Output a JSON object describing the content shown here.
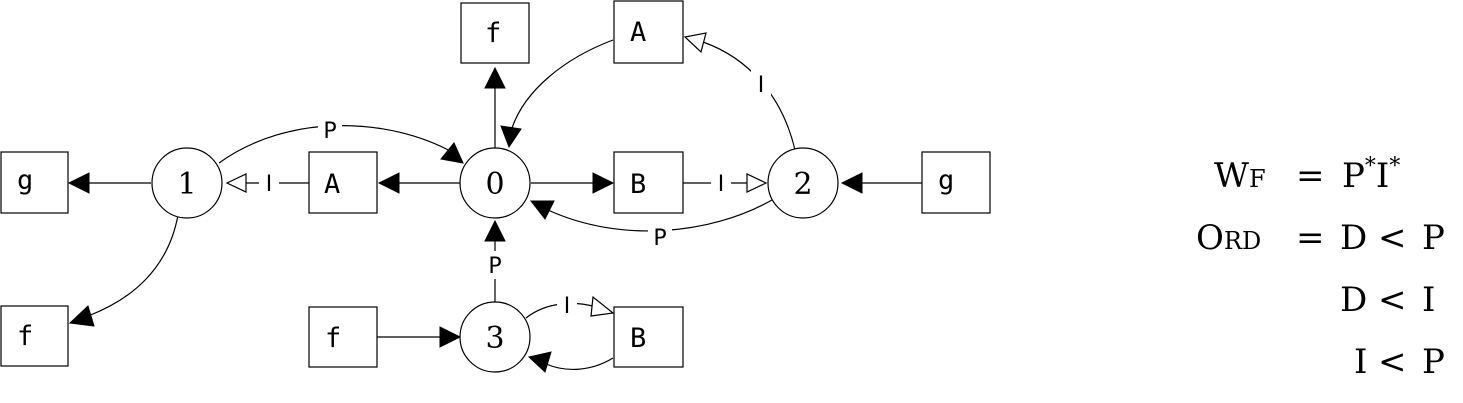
{
  "nodes": [
    {
      "id": "n0",
      "label": "0"
    },
    {
      "id": "n1",
      "label": "1"
    },
    {
      "id": "n2",
      "label": "2"
    },
    {
      "id": "n3",
      "label": "3"
    }
  ],
  "boxes": [
    {
      "id": "b_f_top",
      "label": "f"
    },
    {
      "id": "b_A_top",
      "label": "A"
    },
    {
      "id": "b_g_left",
      "label": "g"
    },
    {
      "id": "b_A_mid",
      "label": "A"
    },
    {
      "id": "b_B_mid",
      "label": "B"
    },
    {
      "id": "b_g_right",
      "label": "g"
    },
    {
      "id": "b_f_left",
      "label": "f"
    },
    {
      "id": "b_f_bottom",
      "label": "f"
    },
    {
      "id": "b_B_bottom",
      "label": "B"
    }
  ],
  "edge_labels": {
    "p_1_to_0": "P",
    "i_A_to_1": "I",
    "i_B_to_2": "I",
    "i_2_to_Atop": "I",
    "p_2_to_0": "P",
    "p_3_to_0": "P",
    "i_3_to_B": "I"
  },
  "formula": {
    "wf_name_big": "W",
    "wf_name_small": "F",
    "wf_rhs_1": "P",
    "wf_rhs_2": "I",
    "star": "*",
    "ord_name_big": "O",
    "ord_name_small": "RD",
    "equals": "=",
    "less": "<",
    "ord_lines": [
      {
        "left": "D",
        "right": "P"
      },
      {
        "left": "D",
        "right": "I"
      },
      {
        "left": "I",
        "right": "P"
      }
    ]
  }
}
